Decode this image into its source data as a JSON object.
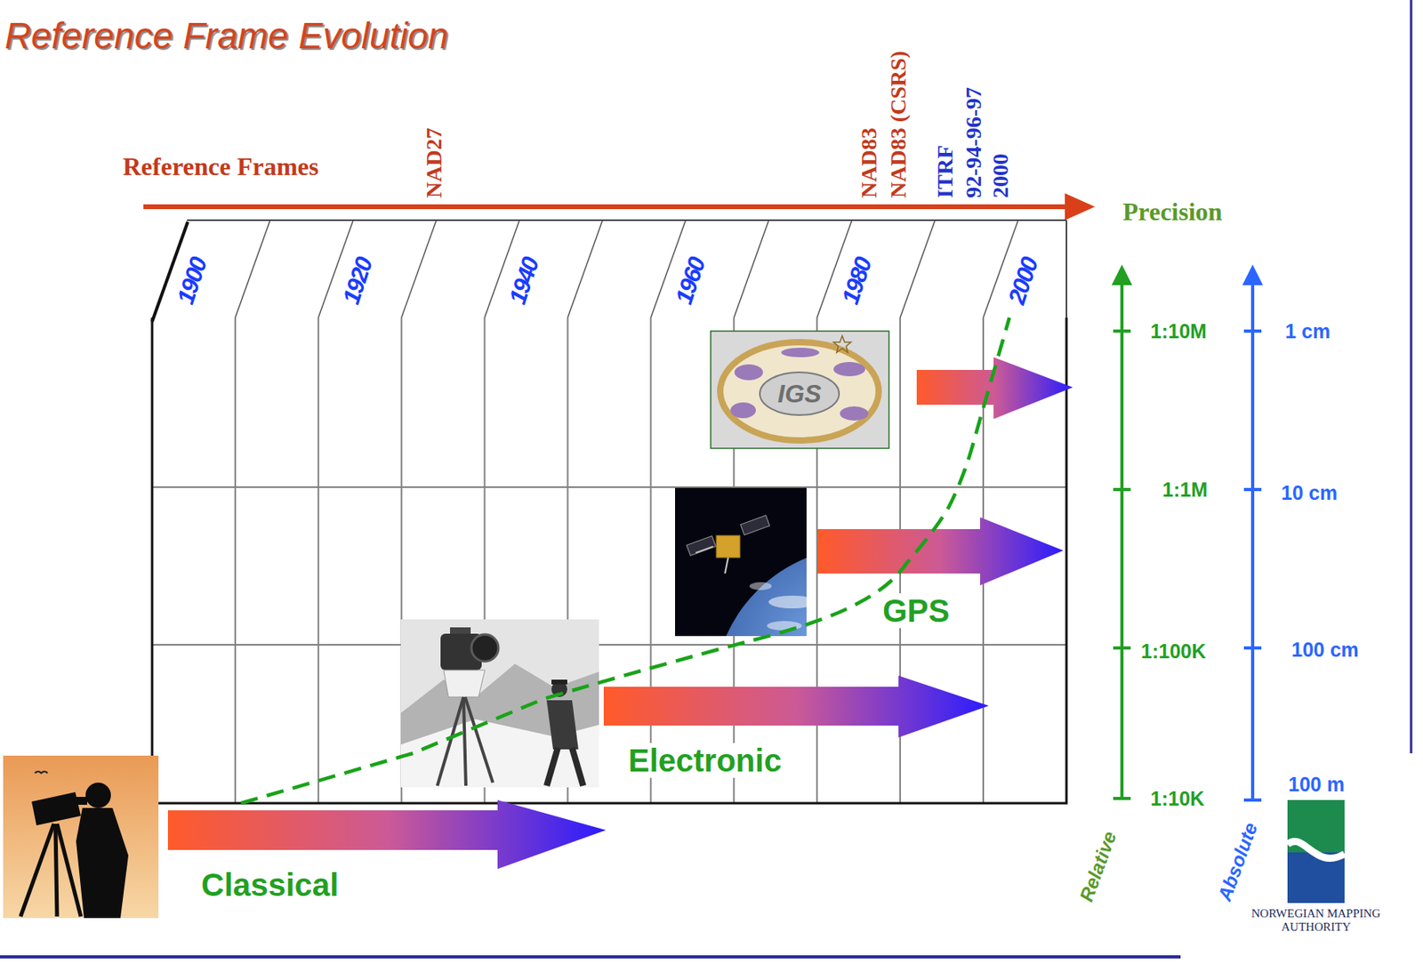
{
  "diagram": {
    "title": "Reference Frame Evolution",
    "labels": [
      "NAD27",
      "NAD83",
      "NAD83 (CSRS)",
      "ITRF",
      "92-94-96-97",
      "2000",
      "Reference Frames",
      "Precision",
      "1900",
      "1920",
      "1940",
      "1960",
      "1980",
      "2000",
      "IGS",
      "GPS",
      "Electronic",
      "Classical",
      "1:10M",
      "1:1M",
      "1:100K",
      "1:10K",
      "1 cm",
      "10 cm",
      "100 cm",
      "100 m",
      "Relative",
      "Absolute",
      "NORWEGIAN MAPPING AUTHORITY"
    ]
  }
}
